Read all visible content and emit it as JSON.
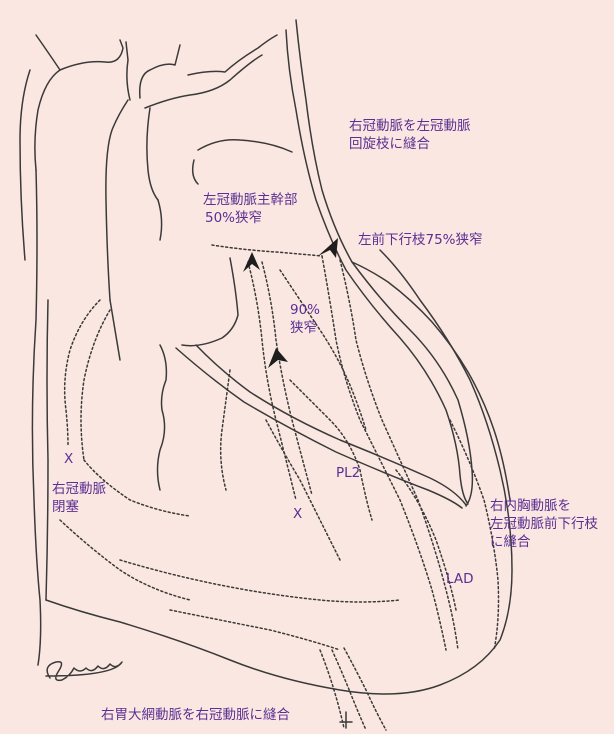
{
  "colors": {
    "background": "#fbe7e1",
    "label_text": "#5b2f93",
    "line": "#3a3a3a"
  },
  "labels": {
    "rca_to_lcx": [
      "右冠動脈を左冠動脈",
      "回旋枝に縫合"
    ],
    "lmt_stenosis": [
      "左冠動脈主幹部",
      "50%狭窄"
    ],
    "lad_stenosis": "左前下行枝75%狭窄",
    "stenosis_90": [
      "90%",
      "狭窄"
    ],
    "rca_occlusion": [
      "右冠動脈",
      "閉塞"
    ],
    "pl2": "PL2",
    "ita_to_lad": [
      "右内胸動脈を",
      "左冠動脈前下行枝",
      "に縫合"
    ],
    "lad": "LAD",
    "gea_to_rca": "右胃大網動脈を右冠動脈に縫合",
    "occlusion_mark_1": "X",
    "occlusion_mark_2": "X"
  },
  "signature": "Sannuta"
}
